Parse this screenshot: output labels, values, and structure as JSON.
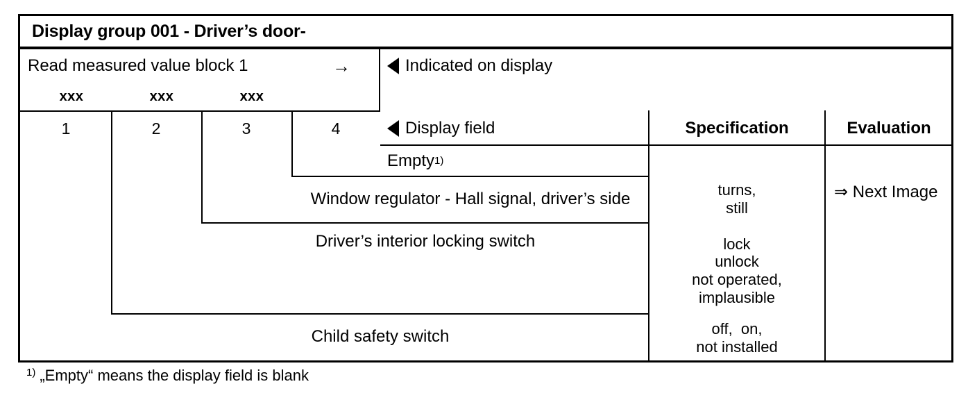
{
  "document": {
    "title": "Display group 001 - Driver’s door-"
  },
  "header": {
    "read_block_label": "Read measured value block 1",
    "arrow_glyph": "→",
    "indicated_on_display": "Indicated on display",
    "display_field": "Display field",
    "specification": "Specification",
    "evaluation": "Evaluation",
    "channel_marks": [
      "xxx",
      "xxx",
      "xxx"
    ],
    "channel_numbers": [
      "1",
      "2",
      "3",
      "4"
    ]
  },
  "rows": [
    {
      "channel": "4",
      "display_field": "Empty",
      "display_field_superscript": "1)",
      "specification": "",
      "evaluation": ""
    },
    {
      "channel": "3",
      "display_field": "Window regulator - Hall signal, driver’s side",
      "specification": "turns,\nstill",
      "evaluation": "⇒ Next Image"
    },
    {
      "channel": "2",
      "display_field": "Driver’s interior locking switch",
      "specification": "lock\nunlock\nnot operated,\nimplausible",
      "evaluation": ""
    },
    {
      "channel": "1",
      "display_field": "Child safety switch",
      "specification": "off,  on,\nnot installed",
      "evaluation": ""
    }
  ],
  "footnote": {
    "marker": "1)",
    "text": "„Empty“ means the display field is blank"
  }
}
